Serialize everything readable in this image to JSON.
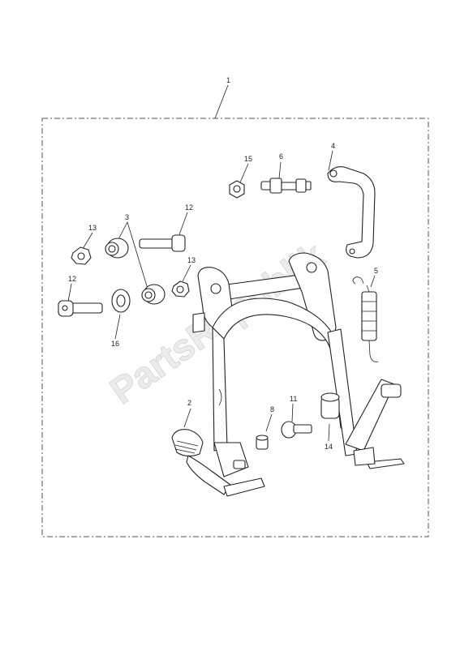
{
  "watermark": "PartsRepublik",
  "callouts": {
    "kit": "1",
    "stand": "2",
    "bush_upper": "3",
    "bracket": "4",
    "spring": "5",
    "pivot_bolt": "6",
    "stop_rubber": "8",
    "stop_bolt": "11",
    "bolt_upper": "12",
    "bolt_lower": "12",
    "nut_left": "13",
    "nut_right": "13",
    "buffer": "14",
    "nut_top": "15",
    "washer": "16"
  }
}
